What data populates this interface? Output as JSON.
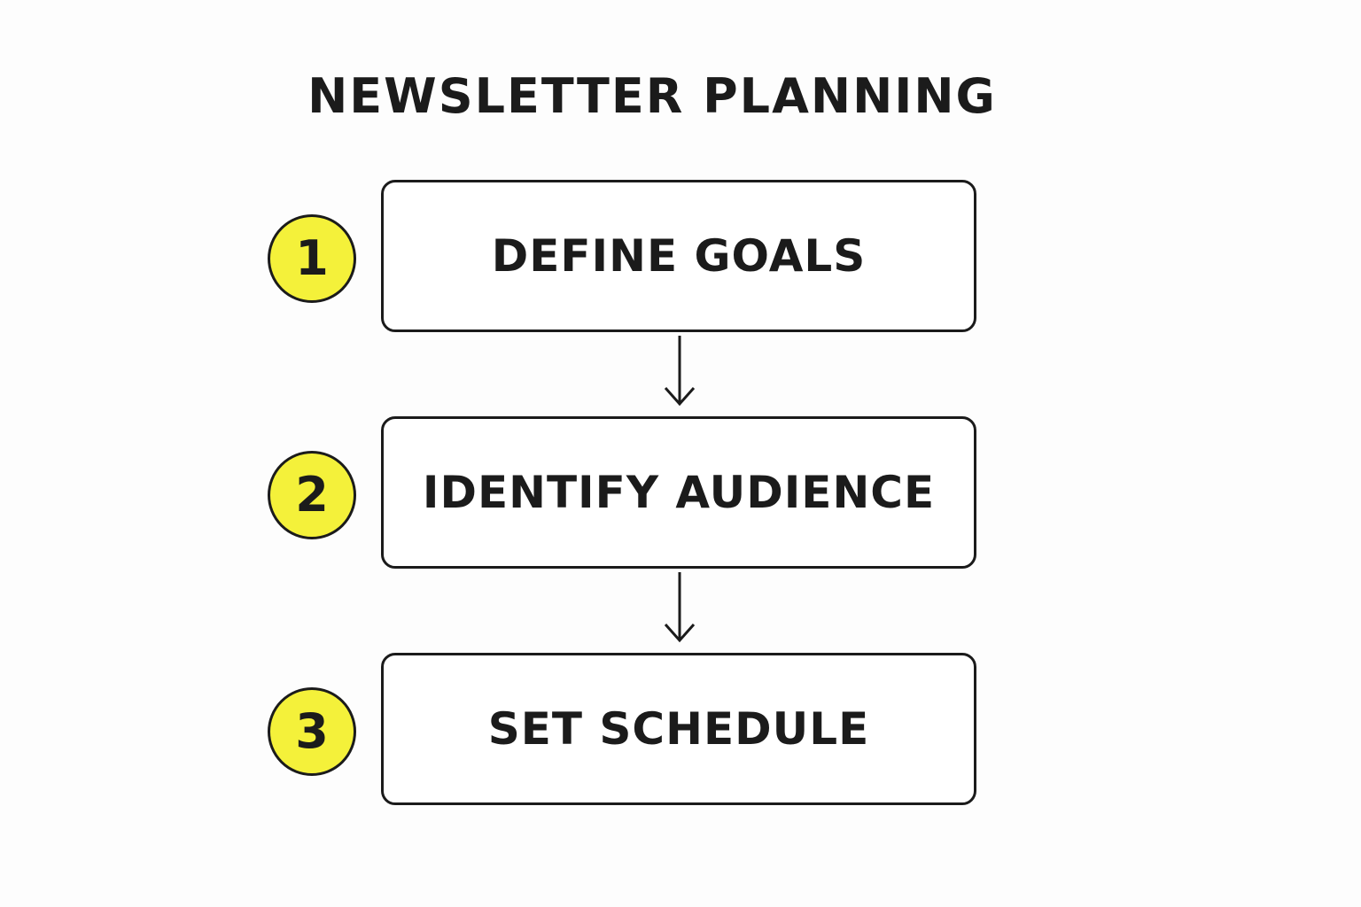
{
  "title": "NEWSLETTER PLANNING",
  "steps": [
    {
      "number": "1",
      "label": "DEFINE GOALS"
    },
    {
      "number": "2",
      "label": "IDENTIFY AUDIENCE"
    },
    {
      "number": "3",
      "label": "SET SCHEDULE"
    }
  ],
  "colors": {
    "badge_fill": "#f4f13a",
    "stroke": "#1b1b1b",
    "background": "#fdfdfd"
  }
}
